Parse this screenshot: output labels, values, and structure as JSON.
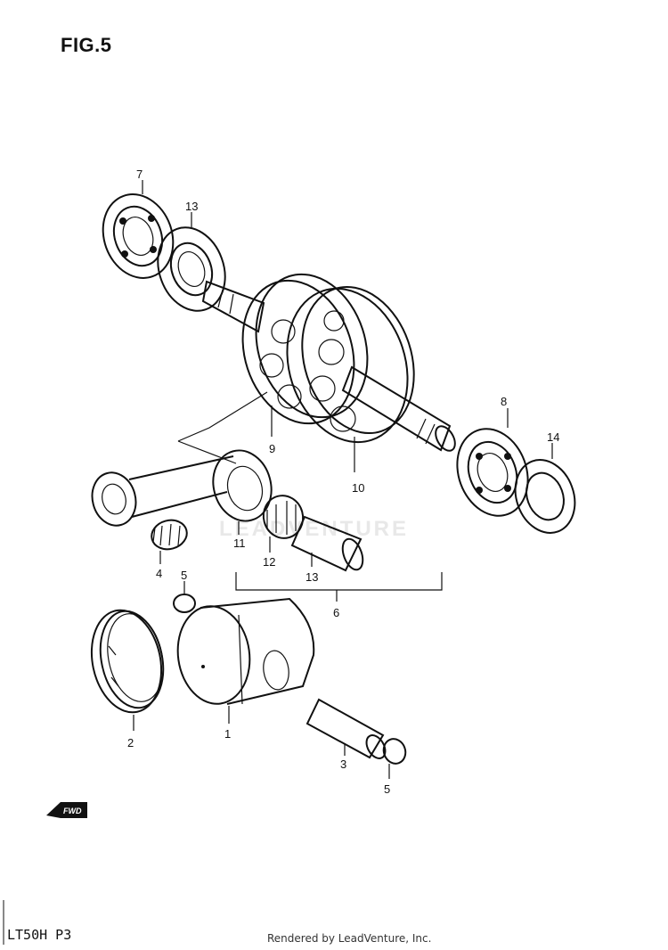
{
  "figure_title": "FIG.5",
  "model_code": "LT50H P3",
  "footer": "Rendered by LeadVenture, Inc.",
  "watermark": "LEADVENTURE",
  "fwd_label": "FWD",
  "callouts": [
    {
      "id": "piston",
      "label": "1"
    },
    {
      "id": "piston-ring-set",
      "label": "2"
    },
    {
      "id": "piston-pin",
      "label": "3"
    },
    {
      "id": "big-end-bearing",
      "label": "4"
    },
    {
      "id": "circlip-top",
      "label": "5"
    },
    {
      "id": "circlip-bottom",
      "label": "5"
    },
    {
      "id": "crankshaft-assembly",
      "label": "6"
    },
    {
      "id": "left-crank-web",
      "label": "7"
    },
    {
      "id": "right-crank-web",
      "label": "8"
    },
    {
      "id": "connecting-rod",
      "label": "9"
    },
    {
      "id": "small-end-bearing",
      "label": "10"
    },
    {
      "id": "crank-pin",
      "label": "11"
    },
    {
      "id": "oil-seal-left",
      "label": "12"
    },
    {
      "id": "bearing-left",
      "label": "13"
    },
    {
      "id": "bearing-right",
      "label": "13"
    },
    {
      "id": "oil-seal-right",
      "label": "14"
    }
  ]
}
